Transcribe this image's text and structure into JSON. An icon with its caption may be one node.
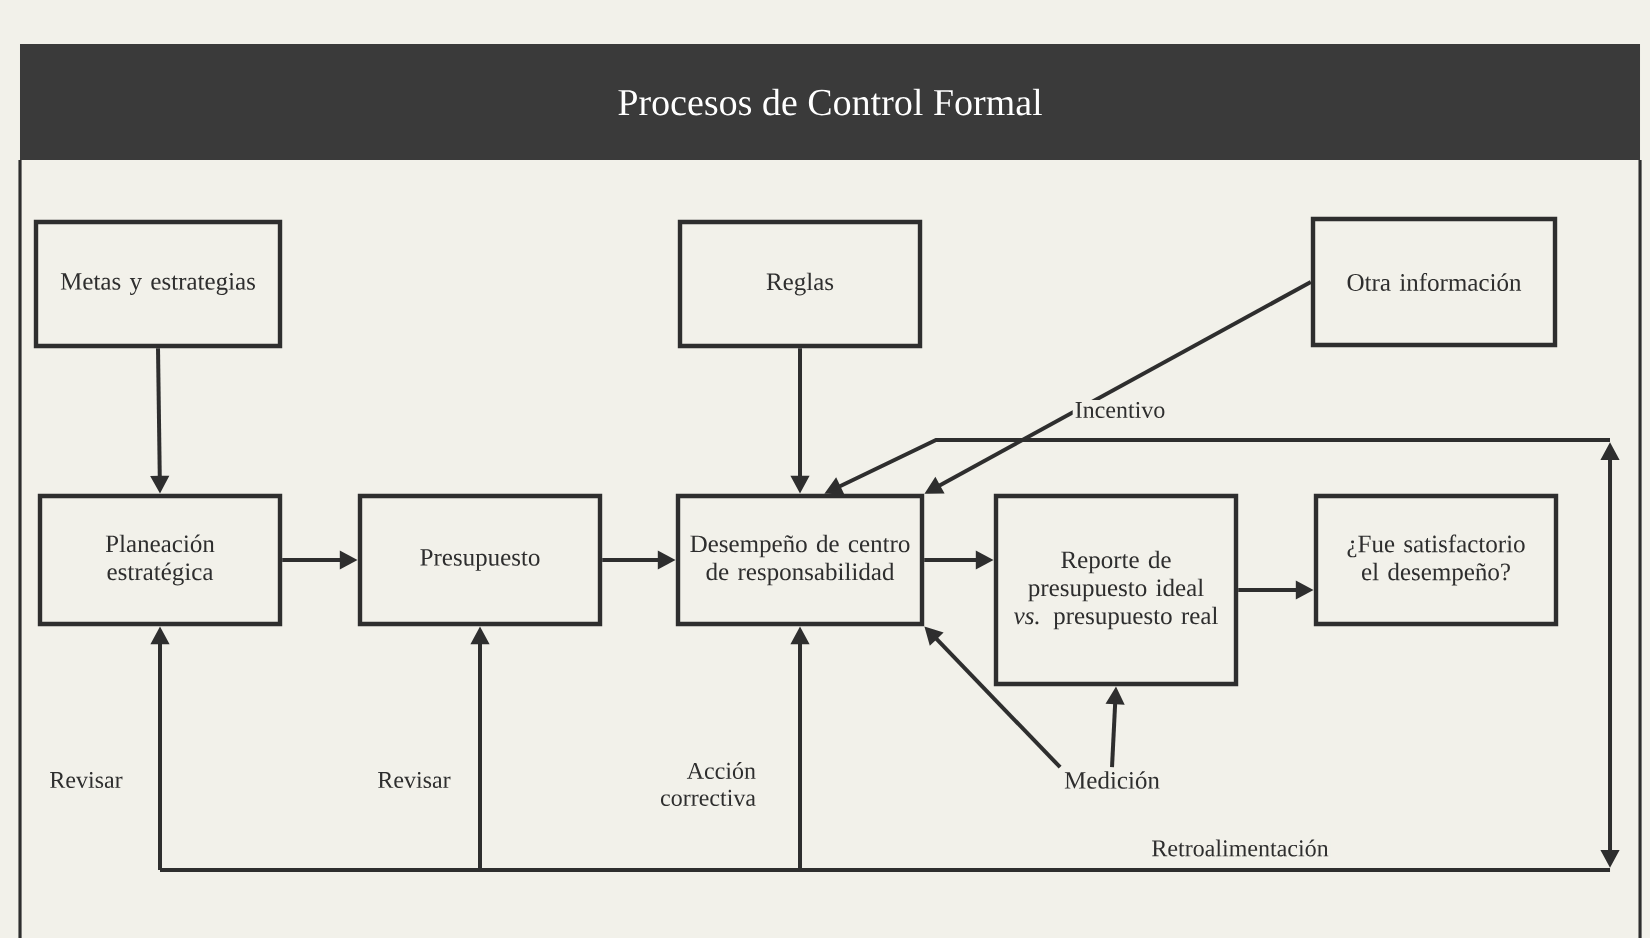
{
  "diagram": {
    "title": "Procesos de Control Formal",
    "nodes": [
      {
        "text": [
          "Metas y estrategias"
        ]
      },
      {
        "text": [
          "Reglas"
        ]
      },
      {
        "text": [
          "Otra información"
        ]
      },
      {
        "text": [
          "Planeación estratégica"
        ]
      },
      {
        "text": [
          "Presupuesto"
        ]
      },
      {
        "text": [
          "Desempeño de centro de responsabilidad"
        ]
      },
      {
        "text": [
          "Reporte de presupuesto ideal *vs.* presupuesto real"
        ]
      },
      {
        "text": [
          "¿Fue satisfactorio el desempeño?"
        ]
      },
      {
        "text": [
          "Medición"
        ]
      }
    ],
    "edges": [
      {
        "from": 0,
        "to": 3,
        "arrow": "to"
      },
      {
        "from": 3,
        "to": 4,
        "arrow": "to"
      },
      {
        "from": 4,
        "to": 5,
        "arrow": "to"
      },
      {
        "from": 1,
        "to": 5,
        "arrow": "to"
      },
      {
        "from": 2,
        "to": 5,
        "arrow": "to"
      },
      {
        "from": 5,
        "to": 6,
        "arrow": "to"
      },
      {
        "from": 6,
        "to": 7,
        "arrow": "to"
      },
      {
        "from": 8,
        "to": 6,
        "arrow": "to"
      },
      {
        "from": 8,
        "to": 5,
        "arrow": "to"
      },
      {
        "from": null,
        "to": 5,
        "arrow": "to",
        "label": "Incentivo"
      },
      {
        "from": null,
        "to": 3,
        "arrow": "to",
        "label": "Revisar"
      },
      {
        "from": null,
        "to": 4,
        "arrow": "to",
        "label": "Revisar"
      },
      {
        "from": null,
        "to": 5,
        "arrow": "to",
        "label": "Acción correctiva"
      }
    ],
    "labels": [
      "Retroalimentación"
    ]
  }
}
